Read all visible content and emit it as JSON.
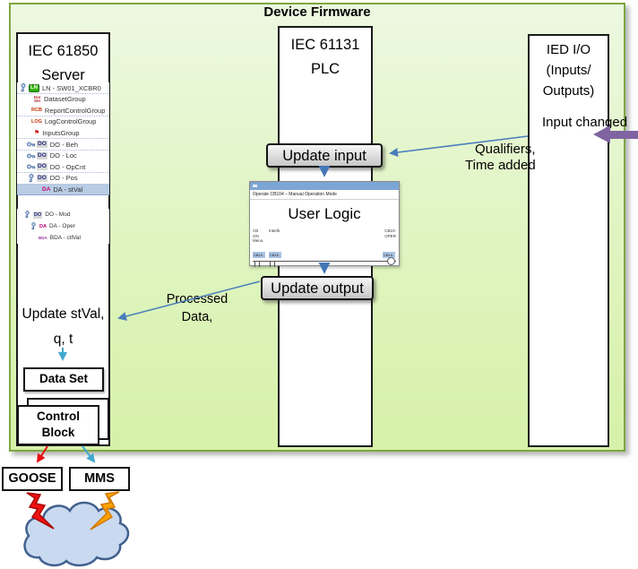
{
  "title": "Device Firmware",
  "columns": {
    "server": {
      "line1": "IEC 61850",
      "line2": "Server"
    },
    "plc": {
      "line1": "IEC 61131",
      "line2": "PLC"
    },
    "ied": {
      "line1": "IED I/O",
      "line2": "(Inputs/",
      "line3": "Outputs)"
    }
  },
  "tree": {
    "items": [
      {
        "badge": "LN",
        "label": "LN - SW01_XCBR0"
      },
      {
        "badge": "Dat Set",
        "label": "DatasetGroup"
      },
      {
        "badge": "RCB",
        "label": "ReportControlGroup"
      },
      {
        "badge": "LOG",
        "label": "LogControlGroup"
      },
      {
        "badge": "",
        "label": "InputsGroup"
      },
      {
        "badge": "DO",
        "label": "DO - Beh"
      },
      {
        "badge": "DO",
        "label": "DO - Loc"
      },
      {
        "badge": "DO",
        "label": "DO - OpCnt"
      },
      {
        "badge": "DO",
        "label": "DO - Pos"
      },
      {
        "badge": "DA",
        "label": "DA - stVal"
      },
      {
        "badge": "DO",
        "label": "DO - Mod"
      },
      {
        "badge": "DA",
        "label": "DA - Oper"
      },
      {
        "badge": "BDA",
        "label": "BDA - ctlVal"
      }
    ]
  },
  "icons": {
    "inputs_group_glyph": "⚑"
  },
  "buttons": {
    "update_input": "Update input",
    "update_output": "Update output"
  },
  "user_logic": {
    "subtitle": "Operate CB104 – Manual Operation Mode",
    "label": "User Logic",
    "left_block": [
      "CB",
      "ON",
      "Menu"
    ],
    "interlock_label": "Interlk",
    "right_block": [
      "CB10-",
      "OPER"
    ],
    "cell_label": "CB10."
  },
  "annotations": {
    "input_changed": "Input changed",
    "qualifiers": [
      "Qualifiers,",
      "Time added"
    ],
    "processed": [
      "Processed",
      "Data,"
    ],
    "update_stval": [
      "Update stVal,",
      "q, t"
    ]
  },
  "boxes": {
    "data_set": "Data Set",
    "control_block": [
      "Control",
      "Block"
    ],
    "goose": "GOOSE",
    "mms": "MMS"
  },
  "colors": {
    "frame_border": "#7da741",
    "arrow_blue": "#4a7ebb",
    "arrow_steel": "#4477b8",
    "arrow_cyan": "#41a8d0",
    "arrow_purple": "#8064a2",
    "arrow_purple_edge": "#6a5190",
    "arrow_red": "#e81010",
    "bolt_red": "#ee1111",
    "bolt_red_edge": "#aa0000",
    "bolt_orange": "#ffa200",
    "bolt_orange_edge": "#d07800",
    "cloud_fill": "#c9d9f0",
    "cloud_stroke": "#41618e",
    "selection": "#b8cce4"
  }
}
